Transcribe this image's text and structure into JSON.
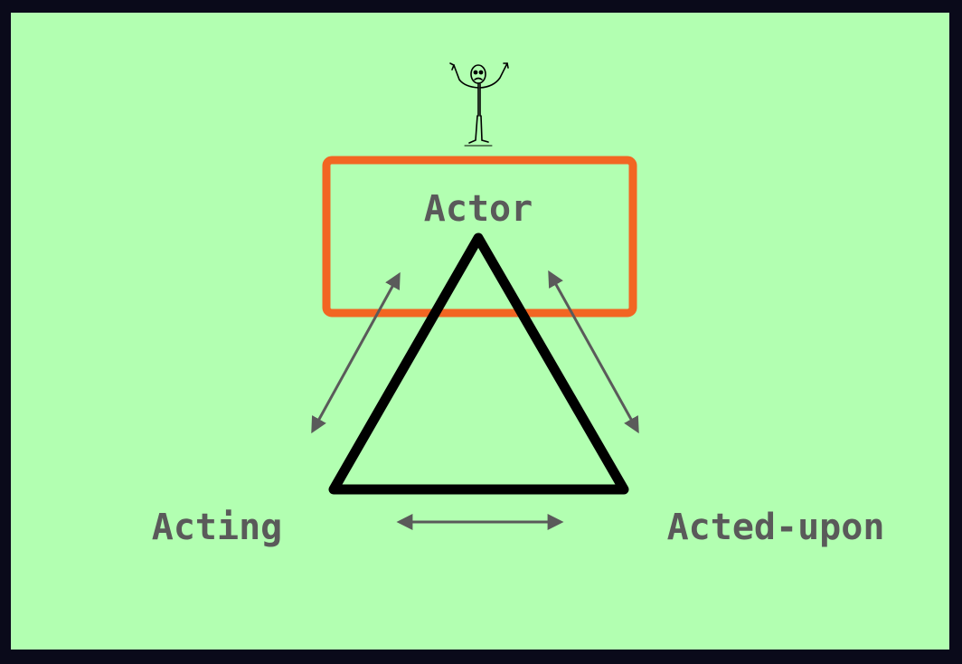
{
  "diagram": {
    "nodes": {
      "actor": "Actor",
      "acting": "Acting",
      "acted_upon": "Acted-upon"
    },
    "icons": {
      "figure": "stick-figure-icon"
    },
    "colors": {
      "background": "#b2ffb1",
      "frame": "#0a0a1a",
      "actor_box": "#f26622",
      "triangle": "#000000",
      "arrows": "#5a5a5a",
      "text": "#5a5a5a"
    }
  }
}
